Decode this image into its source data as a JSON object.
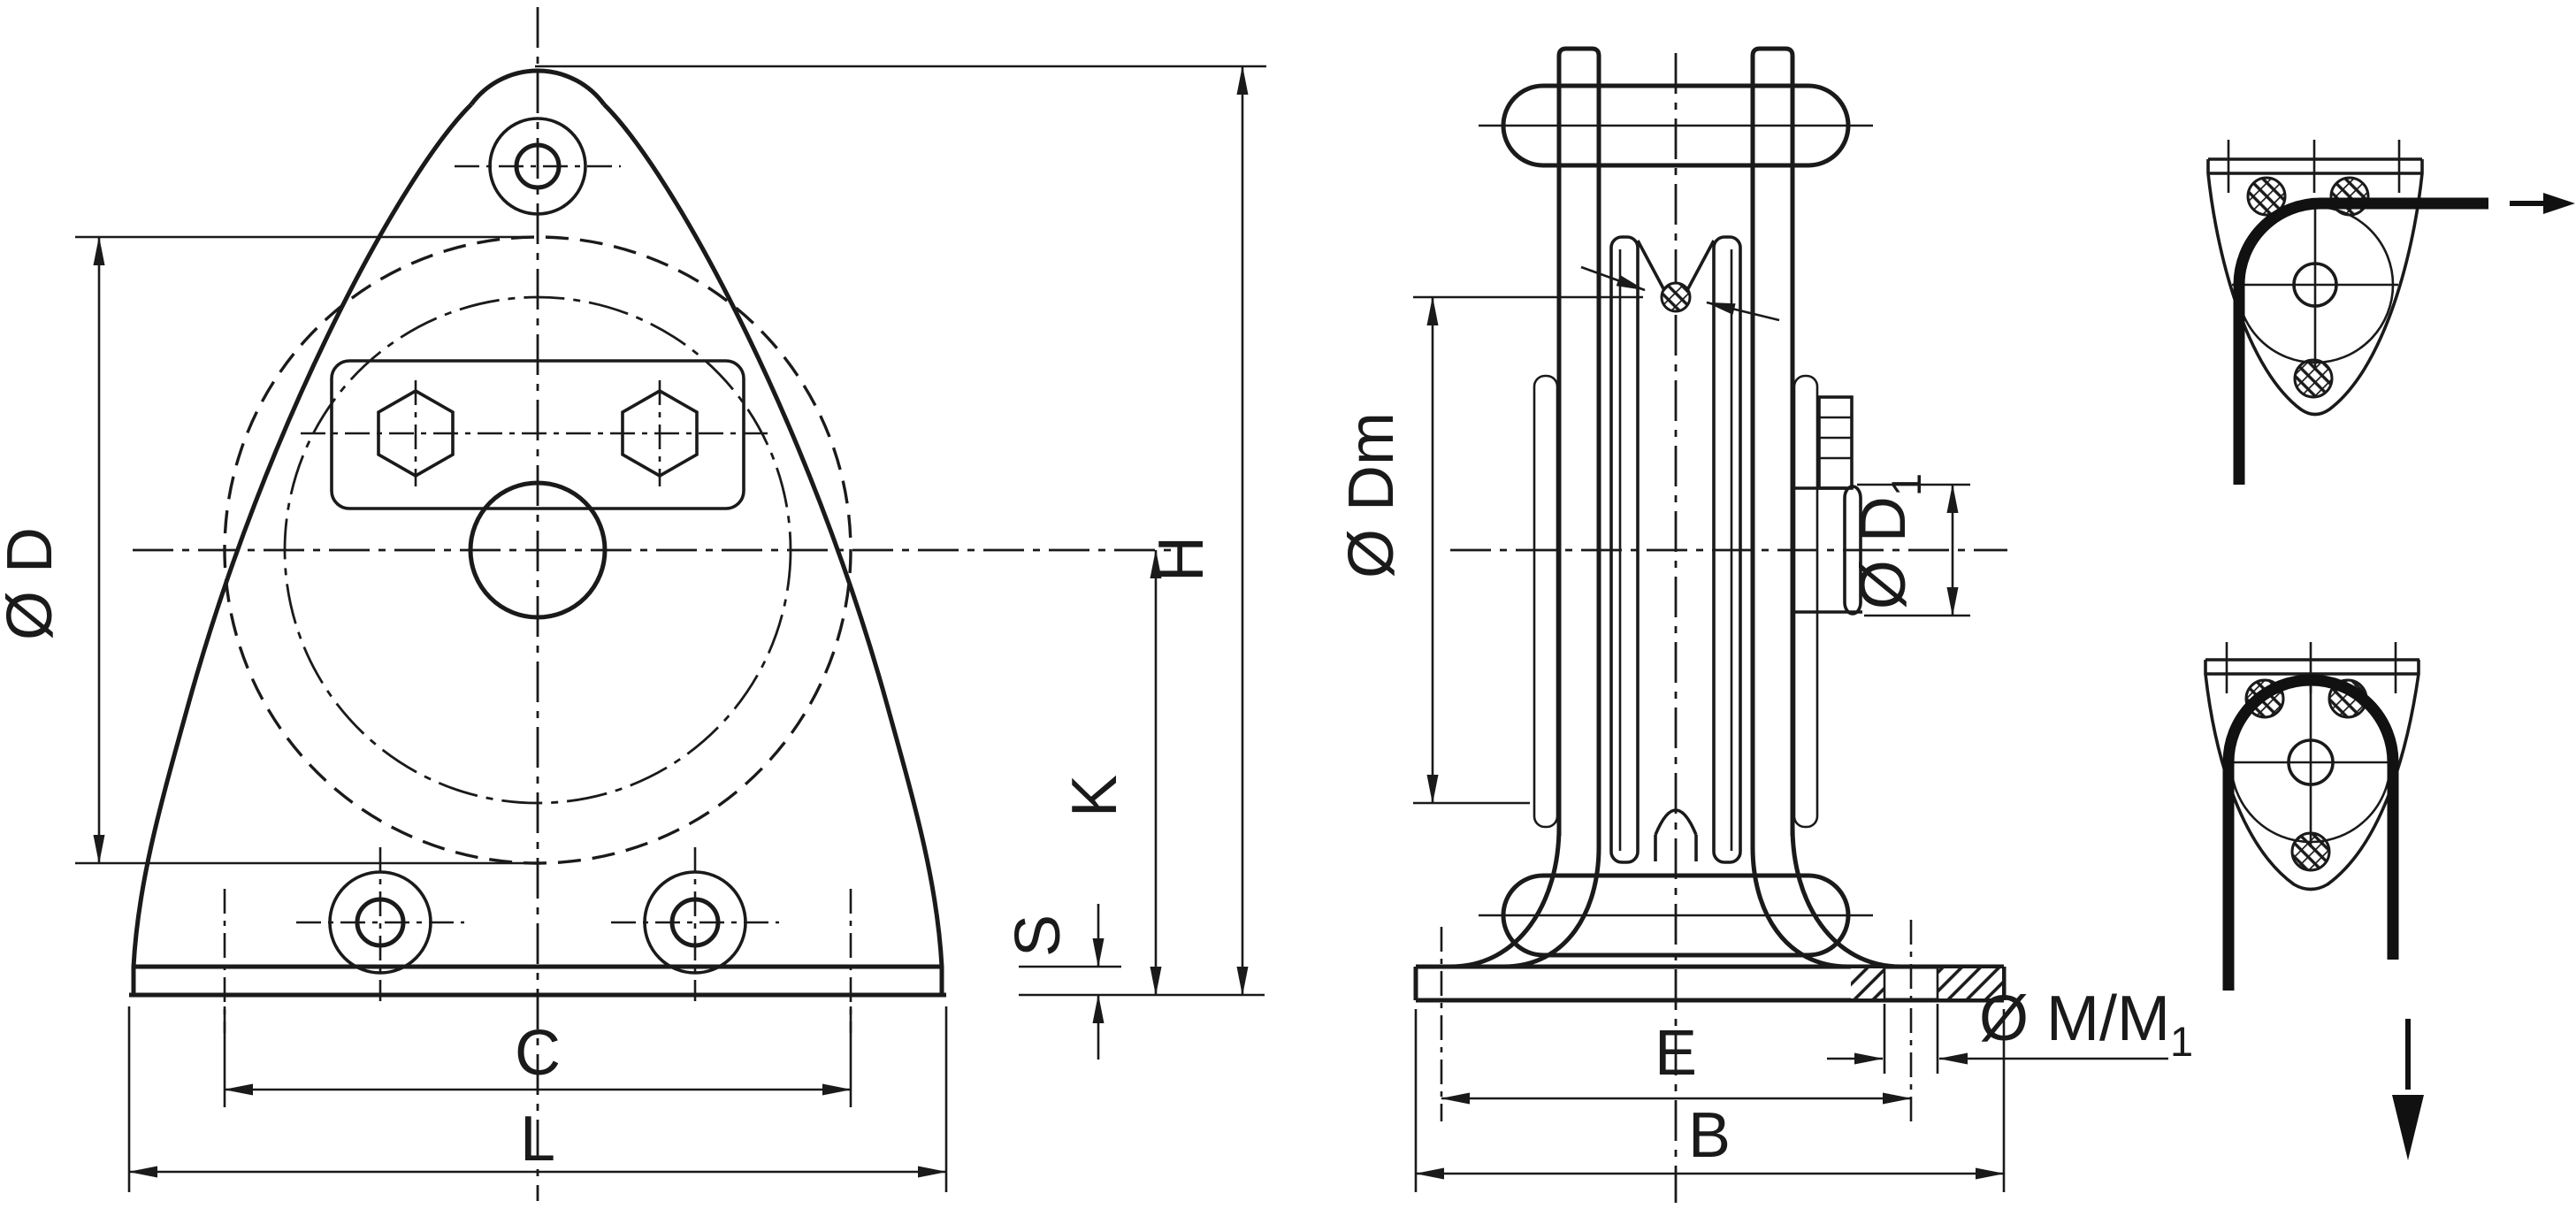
{
  "drawing": {
    "background": "#ffffff",
    "line_color": "#1a1a1a",
    "type": "technical drawing - pulley block with mounting base, front and sectional side view, two rope-reeving detail views",
    "front_view": {
      "dim_diameter_d": "Ø D",
      "dim_height_h": "H",
      "dim_axis_height_k": "K",
      "dim_plate_thickness_s": "S",
      "dim_hole_spacing_c": "C",
      "dim_base_length_l": "L"
    },
    "side_view": {
      "dim_pitch_diameter_dm": "Ø Dm",
      "dim_hub_diameter_d1_base": "Ø D",
      "dim_hub_diameter_d1_sub": "1",
      "dim_bolt_holes_m_base": "Ø M/M",
      "dim_bolt_holes_m_sub": "1",
      "dim_foot_hole_spacing_e": "E",
      "dim_base_width_b": "B"
    }
  }
}
